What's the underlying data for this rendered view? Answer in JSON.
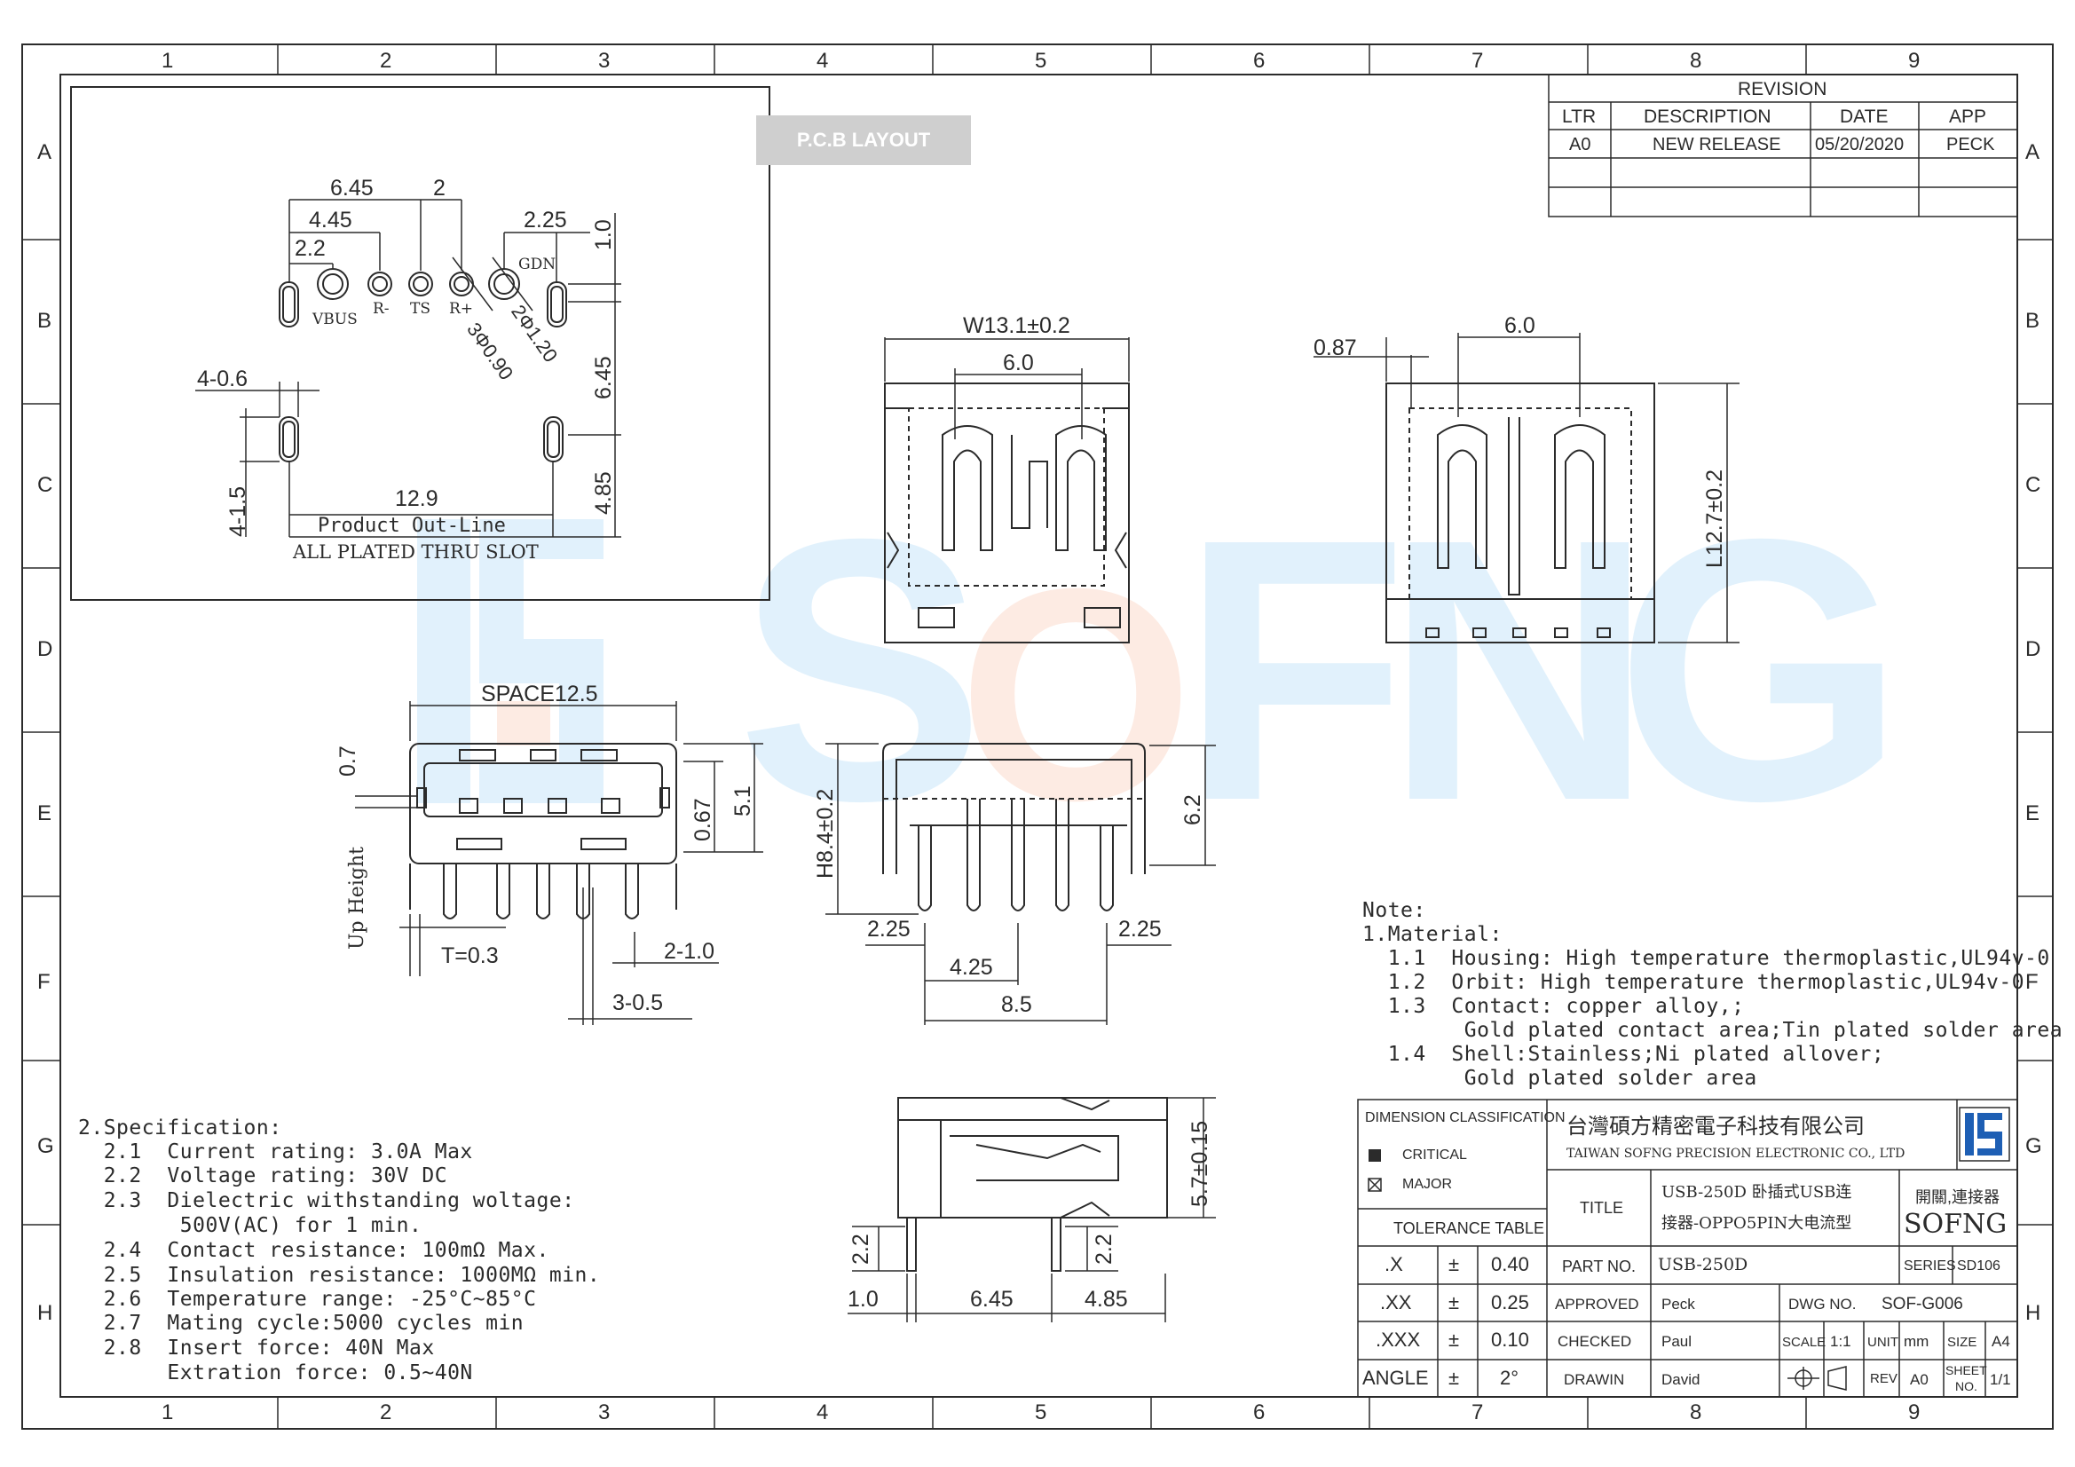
{
  "grid": {
    "columns": [
      "1",
      "2",
      "3",
      "4",
      "5",
      "6",
      "7",
      "8",
      "9"
    ],
    "rows": [
      "A",
      "B",
      "C",
      "D",
      "E",
      "F",
      "G",
      "H"
    ]
  },
  "pcb_layout": {
    "badge": "P.C.B LAYOUT",
    "dims": {
      "d645": "6.45",
      "d2": "2",
      "d445": "4.45",
      "d225": "2.25",
      "d22": "2.2",
      "d10": "1.0",
      "d46": "4-0.6",
      "d645v": "6.45",
      "d415": "4-1.5",
      "d129": "12.9",
      "d485": "4.85",
      "d3090": "3Φ0.90",
      "d2120": "2Φ1.20"
    },
    "pins": {
      "vbus": "VBUS",
      "rminus": "R-",
      "ts": "TS",
      "rplus": "R+",
      "gdn": "GDN"
    },
    "outline_label": "Product Out-Line",
    "slot_label": "ALL PLATED THRU SLOT"
  },
  "front_view": {
    "width": "W13.1±0.2",
    "pitch": "6.0"
  },
  "side_view": {
    "offset": "0.87",
    "pitch": "6.0",
    "length": "L12.7±0.2"
  },
  "end_view": {
    "space": "SPACE12.5",
    "d07": "0.7",
    "d067": "0.67",
    "d51": "5.1",
    "up_height": "Up Height",
    "thickness": "T=0.3",
    "d210": "2-1.0",
    "d305": "3-0.5"
  },
  "pin_view": {
    "height": "H8.4±0.2",
    "d62": "6.2",
    "left": "2.25",
    "right": "2.25",
    "d425": "4.25",
    "d85": "8.5"
  },
  "profile_view": {
    "d57": "5.7±0.15",
    "d22l": "2.2",
    "d22r": "2.2",
    "d10": "1.0",
    "d645": "6.45",
    "d485": "4.85"
  },
  "notes": {
    "title": "Note:",
    "lines": [
      "1.Material:",
      "  1.1  Housing: High temperature thermoplastic,UL94v-0",
      "  1.2  Orbit: High temperature thermoplastic,UL94v-0",
      "  1.3  Contact: copper alloy,;",
      "        Gold plated contact area;Tin plated solder area",
      "  1.4  Shell:Stainless;Ni plated allover;",
      "        Gold plated solder area"
    ]
  },
  "specification": {
    "title": "2.Specification:",
    "lines": [
      "  2.1  Current rating: 3.0A Max",
      "  2.2  Voltage rating: 30V DC",
      "  2.3  Dielectric withstanding woltage:",
      "        500V(AC) for 1 min.",
      "  2.4  Contact resistance: 100mΩ Max.",
      "  2.5  Insulation resistance: 1000MΩ min.",
      "  2.6  Temperature range: -25°C~85°C",
      "  2.7  Mating cycle:5000 cycles min",
      "  2.8  Insert force: 40N Max",
      "       Extration force: 0.5~40N"
    ]
  },
  "revision": {
    "title": "REVISION",
    "headers": [
      "LTR",
      "DESCRIPTION",
      "DATE",
      "APP"
    ],
    "rows": [
      [
        "A0",
        "NEW RELEASE",
        "05/20/2020",
        "PECK"
      ]
    ]
  },
  "title_block": {
    "dim_class": "DIMENSION CLASSIFICATION",
    "critical": "CRITICAL",
    "major": "MAJOR",
    "tolerance_table": "TOLERANCE TABLE",
    "tolerances": [
      {
        "k": ".X",
        "pm": "±",
        "v": "0.40"
      },
      {
        "k": ".XX",
        "pm": "±",
        "v": "0.25"
      },
      {
        "k": ".XXX",
        "pm": "±",
        "v": "0.10"
      },
      {
        "k": "ANGLE",
        "pm": "±",
        "v": "2°"
      }
    ],
    "company_cn": "台灣碩方精密電子科技有限公司",
    "company_en": "TAIWAN SOFNG PRECISION ELECTRONIC CO., LTD",
    "title_label": "TITLE",
    "title_line1": "USB-250D 卧插式USB连",
    "title_line2": "接器-OPPO5PIN大电流型",
    "brand_cn": "開關,連接器",
    "brand": "SOFNG",
    "part_no_label": "PART NO.",
    "part_no": "USB-250D",
    "series_label": "SERIES",
    "series": "SD106",
    "approved_label": "APPROVED",
    "approved": "Peck",
    "dwg_no_label": "DWG NO.",
    "dwg_no": "SOF-G006",
    "checked_label": "CHECKED",
    "checked": "Paul",
    "scale_label": "SCALE",
    "scale": "1:1",
    "unit_label": "UNIT",
    "unit": "mm",
    "size_label": "SIZE",
    "size": "A4",
    "drawn_label": "DRAWIN",
    "drawn": "David",
    "rev_label": "REV",
    "rev": "A0",
    "sheet_label_1": "SHEET",
    "sheet_label_2": "NO.",
    "sheet": "1/1"
  },
  "watermark": {
    "letters": [
      "S",
      "O",
      "F",
      "N",
      "G"
    ],
    "color_blue": "#1e9bea",
    "color_orange": "#f26b2f"
  },
  "colors": {
    "line": "#2b2b2b",
    "logo_blue": "#1e5fb4"
  }
}
